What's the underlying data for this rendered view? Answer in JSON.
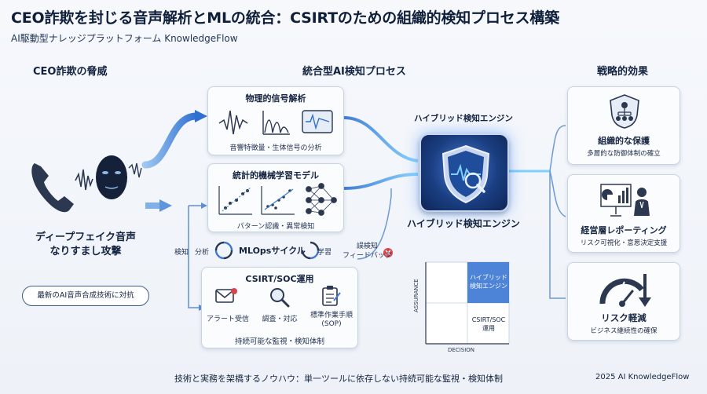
{
  "header": {
    "title": "CEO詐欺を封じる音声解析とMLの統合：CSIRTのための組織的検知プロセス構築",
    "subtitle": "AI駆動型ナレッジプラットフォーム KnowledgeFlow"
  },
  "sections": {
    "threat": "CEO詐欺の脅威",
    "process": "統合型AI検知プロセス",
    "effects": "戦略的効果"
  },
  "threat": {
    "caption_line1": "ディープフェイク音声",
    "caption_line2": "なりすまし攻撃",
    "bubble": "最新のAI音声合成技術に対抗"
  },
  "process": {
    "physical": {
      "title": "物理的信号解析",
      "caption": "音響特徴量・生体信号の分析"
    },
    "ml": {
      "title": "統計的機械学習モデル",
      "caption": "パターン認識・異常検知"
    },
    "mlops": {
      "label": "MLOpsサイクル",
      "detect": "検知",
      "analyze": "分析",
      "learn": "学習",
      "feedback_line1": "誤検知",
      "feedback_line2": "フィードバック"
    },
    "csirt": {
      "title": "CSIRT/SOC運用",
      "items": [
        {
          "label": "アラート受信"
        },
        {
          "label": "調査・対応"
        },
        {
          "label_line1": "標準作業手順",
          "label_line2": "(SOP)"
        }
      ],
      "caption": "持続可能な監視・検知体制"
    }
  },
  "engine": {
    "label_top": "ハイブリッド検知エンジン",
    "label_bottom": "ハイブリッド検知エンジン"
  },
  "quadrant": {
    "y_axis": "ASSURANCE",
    "x_axis": "DECISION",
    "top_line1": "ハイブリッド",
    "top_line2": "検知エンジン",
    "bottom_line1": "CSIRT/SOC",
    "bottom_line2": "運用"
  },
  "effects": [
    {
      "title": "組織的な保護",
      "caption": "多層的な防御体制の確立"
    },
    {
      "title": "経営層レポーティング",
      "caption": "リスク可視化・意思決定支援"
    },
    {
      "title": "リスク軽減",
      "caption": "ビジネス継続性の確保"
    }
  ],
  "footer": {
    "tagline": "技術と実務を架橋するノウハウ：単一ツールに依存しない持続可能な監視・検知体制",
    "credit": "2025 AI KnowledgeFlow"
  },
  "colors": {
    "navy": "#1b3f83",
    "accent_blue": "#3f78d0",
    "glow": "#5fb4ff",
    "alert_red": "#d9434b"
  }
}
